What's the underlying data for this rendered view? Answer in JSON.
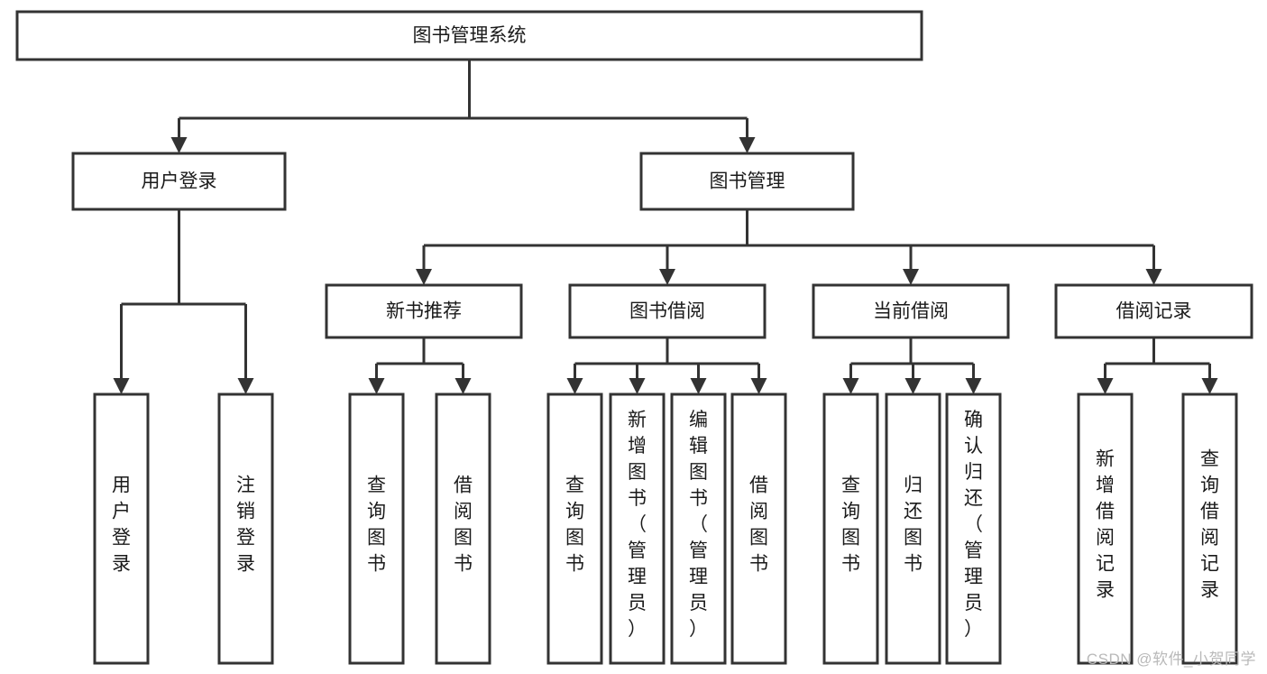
{
  "diagram": {
    "title": "图书管理系统",
    "type": "tree-hierarchy-chart",
    "watermark": "CSDN @软件_小贺同学",
    "colors": {
      "box_stroke": "#333333",
      "box_fill": "#ffffff",
      "text": "#1a1a1a",
      "connector": "#333333",
      "watermark": "#b9b9b9",
      "background": "#ffffff"
    },
    "root": {
      "id": "root",
      "label": "图书管理系统",
      "orientation": "horizontal"
    },
    "level2": [
      {
        "id": "user-login",
        "label": "用户登录",
        "orientation": "horizontal"
      },
      {
        "id": "book-manage",
        "label": "图书管理",
        "orientation": "horizontal"
      }
    ],
    "level3": [
      {
        "id": "new-book-recommend",
        "label": "新书推荐",
        "orientation": "horizontal",
        "parent": "book-manage"
      },
      {
        "id": "book-borrow",
        "label": "图书借阅",
        "orientation": "horizontal",
        "parent": "book-manage"
      },
      {
        "id": "current-borrow",
        "label": "当前借阅",
        "orientation": "horizontal",
        "parent": "book-manage"
      },
      {
        "id": "borrow-record",
        "label": "借阅记录",
        "orientation": "horizontal",
        "parent": "book-manage"
      }
    ],
    "leaves": {
      "user-login": [
        {
          "id": "leaf-user-login",
          "label": "用户登录",
          "orientation": "vertical"
        },
        {
          "id": "leaf-user-logout",
          "label": "注销登录",
          "orientation": "vertical"
        }
      ],
      "new-book-recommend": [
        {
          "id": "leaf-query-book-1",
          "label": "查询图书",
          "orientation": "vertical"
        },
        {
          "id": "leaf-borrow-book-1",
          "label": "借阅图书",
          "orientation": "vertical"
        }
      ],
      "book-borrow": [
        {
          "id": "leaf-query-book-2",
          "label": "查询图书",
          "orientation": "vertical"
        },
        {
          "id": "leaf-add-book",
          "label": "新增图书（管理员）",
          "orientation": "vertical"
        },
        {
          "id": "leaf-edit-book",
          "label": "编辑图书（管理员）",
          "orientation": "vertical"
        },
        {
          "id": "leaf-borrow-book-2",
          "label": "借阅图书",
          "orientation": "vertical"
        }
      ],
      "current-borrow": [
        {
          "id": "leaf-query-book-3",
          "label": "查询图书",
          "orientation": "vertical"
        },
        {
          "id": "leaf-return-book",
          "label": "归还图书",
          "orientation": "vertical"
        },
        {
          "id": "leaf-confirm-return",
          "label": "确认归还（管理员）",
          "orientation": "vertical"
        }
      ],
      "borrow-record": [
        {
          "id": "leaf-add-record",
          "label": "新增借阅记录",
          "orientation": "vertical"
        },
        {
          "id": "leaf-query-record",
          "label": "查询借阅记录",
          "orientation": "vertical"
        }
      ]
    }
  }
}
